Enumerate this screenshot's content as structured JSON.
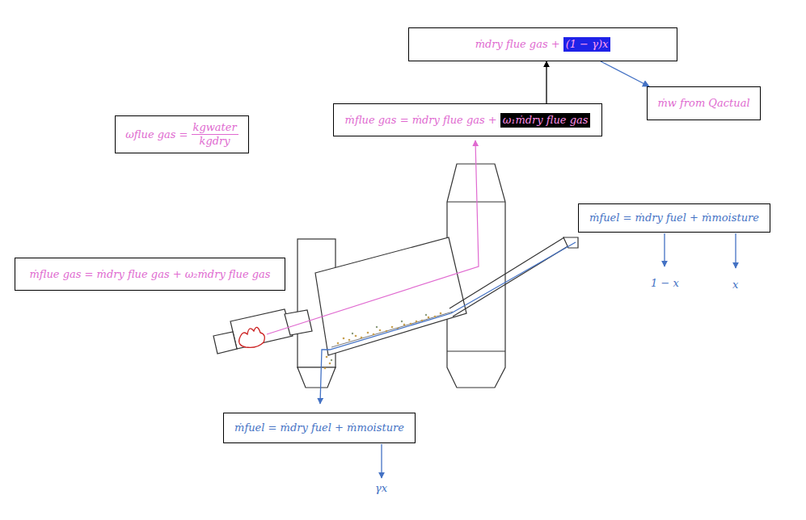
{
  "diagram": {
    "nodes": [
      {
        "text": [
          "ṁdry flue gas +",
          "(1 − γ)x"
        ]
      },
      {
        "text": [
          "ṁw from Qactual"
        ]
      },
      {
        "text": [
          "ωflue gas =",
          "kgwater",
          "kgdry"
        ]
      },
      {
        "text": [
          "ṁflue gas = ṁdry flue gas +",
          "ω₁ṁdry flue gas"
        ]
      },
      {
        "text": [
          "ṁfuel = ṁdry fuel + ṁmoisture"
        ]
      },
      {
        "text": [
          "ṁflue gas = ṁdry flue gas + ω₂ṁdry flue gas"
        ]
      },
      {
        "text": [
          "ṁfuel = ṁdry fuel + ṁmoisture"
        ]
      }
    ],
    "edges": [
      {
        "from": 3,
        "to": 0,
        "arrow": "to"
      },
      {
        "from": 0,
        "to": 1,
        "arrow": "to"
      }
    ],
    "labels": [
      "1 − x",
      "x",
      "γx"
    ]
  }
}
